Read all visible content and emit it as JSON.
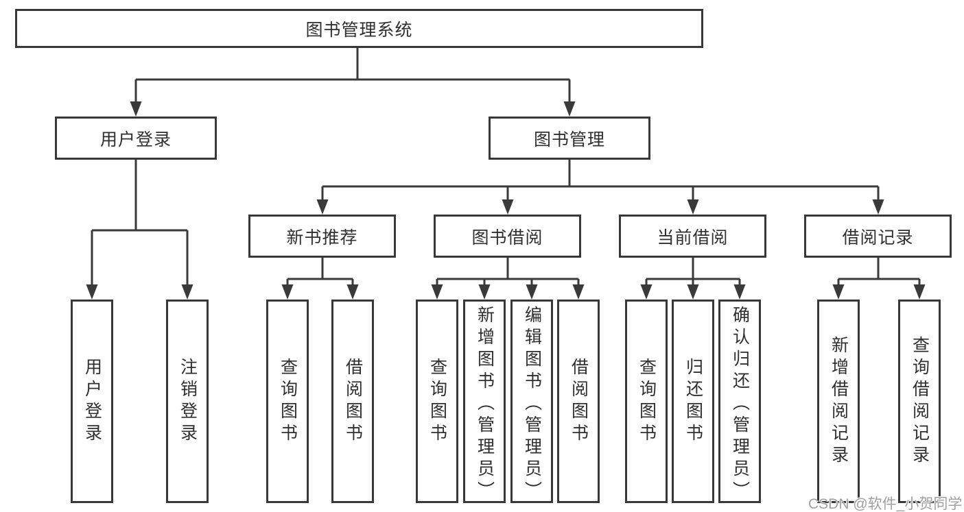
{
  "root": {
    "label": "图书管理系统"
  },
  "user_login": {
    "label": "用户登录",
    "children": [
      {
        "label": "用户登录"
      },
      {
        "label": "注销登录"
      }
    ]
  },
  "book_management": {
    "label": "图书管理",
    "sections": [
      {
        "label": "新书推荐",
        "children": [
          {
            "label": "查询图书"
          },
          {
            "label": "借阅图书"
          }
        ]
      },
      {
        "label": "图书借阅",
        "children": [
          {
            "label": "查询图书"
          },
          {
            "label": "新增图书（管理员）"
          },
          {
            "label": "编辑图书（管理员）"
          },
          {
            "label": "借阅图书"
          }
        ]
      },
      {
        "label": "当前借阅",
        "children": [
          {
            "label": "查询图书"
          },
          {
            "label": "归还图书"
          },
          {
            "label": "确认归还（管理员）"
          }
        ]
      },
      {
        "label": "借阅记录",
        "children": [
          {
            "label": "新增借阅记录"
          },
          {
            "label": "查询借阅记录"
          }
        ]
      }
    ]
  },
  "watermark": {
    "text": "CSDN @软件_小贺同学"
  },
  "colors": {
    "line": "#3a3a3a",
    "border": "#383838",
    "text": "#2f2f2f",
    "watermark": "#9f9f9f",
    "background": "#ffffff"
  }
}
